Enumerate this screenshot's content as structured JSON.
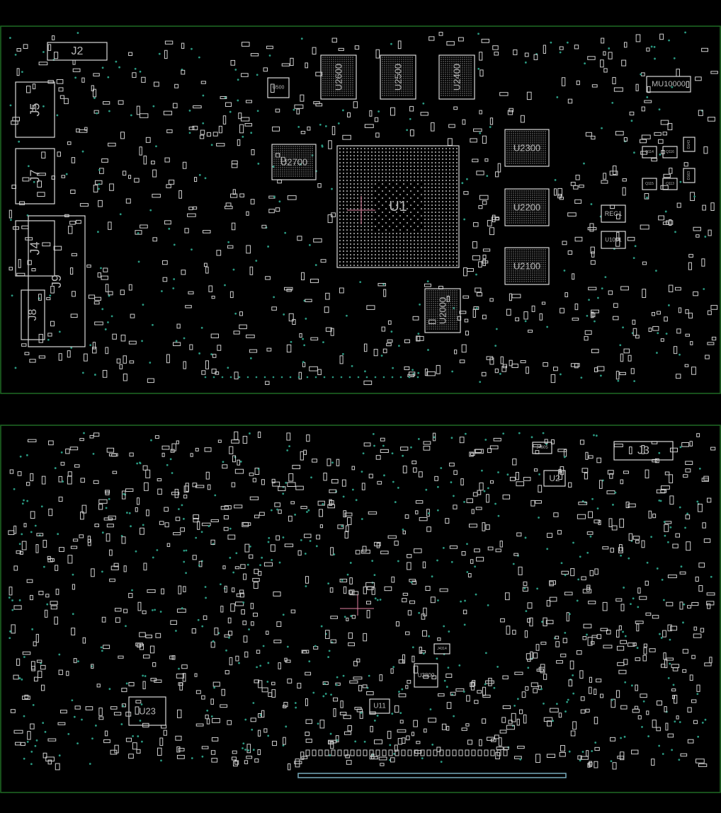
{
  "view": {
    "title": "Board view",
    "colors": {
      "background": "#000000",
      "outline": "#1f6b24",
      "component": "#d8d8d8",
      "via": "#2a9a82",
      "cursor": "#e080a0"
    }
  },
  "top_side": {
    "components": [
      {
        "ref": "J2"
      },
      {
        "ref": "J5"
      },
      {
        "ref": "J7"
      },
      {
        "ref": "J4"
      },
      {
        "ref": "J9"
      },
      {
        "ref": "J8"
      },
      {
        "ref": "U2600"
      },
      {
        "ref": "U2500"
      },
      {
        "ref": "U2400"
      },
      {
        "ref": "U2700"
      },
      {
        "ref": "U1"
      },
      {
        "ref": "U2300"
      },
      {
        "ref": "U2200"
      },
      {
        "ref": "U2100"
      },
      {
        "ref": "U2000"
      },
      {
        "ref": "U500"
      },
      {
        "ref": "MU10000"
      },
      {
        "ref": "REG1"
      },
      {
        "ref": "U1001"
      },
      {
        "ref": "Q114"
      },
      {
        "ref": "Q116"
      },
      {
        "ref": "Q115"
      },
      {
        "ref": "Q113"
      },
      {
        "ref": "D143"
      },
      {
        "ref": "D163"
      }
    ]
  },
  "bottom_side": {
    "components": [
      {
        "ref": "J3"
      },
      {
        "ref": "U23"
      },
      {
        "ref": "U2"
      },
      {
        "ref": "U11"
      },
      {
        "ref": "U3800"
      },
      {
        "ref": "J4605"
      },
      {
        "ref": "J4314"
      }
    ]
  }
}
